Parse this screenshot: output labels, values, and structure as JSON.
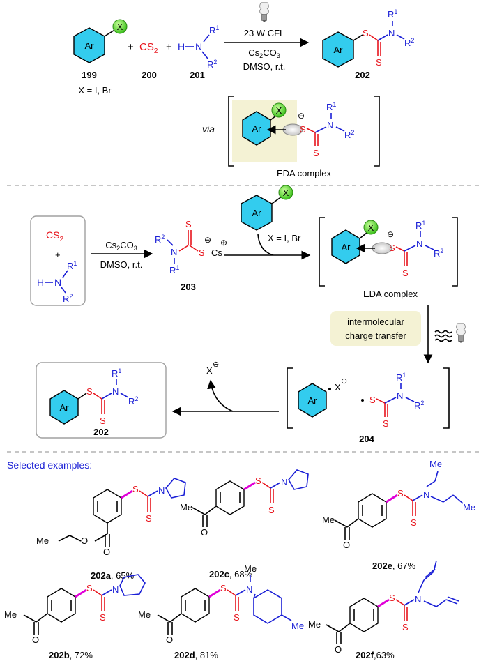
{
  "reaction": {
    "reagent_cs2": "CS2",
    "amine_h": "H",
    "amine_n": "N",
    "r1": "R1",
    "r2": "R2",
    "ar": "Ar",
    "x": "X",
    "s": "S",
    "n": "N",
    "cond_light": "23 W CFL",
    "cond_base": "Cs2CO3",
    "cond_solvent": "DMSO, r.t.",
    "plus": "+",
    "labels": {
      "c199": "199",
      "c200": "200",
      "c201": "201",
      "c202": "202"
    },
    "x_def": "X = I, Br",
    "via": "via",
    "eda": "EDA complex"
  },
  "mechanism": {
    "cond_base": "Cs2CO3",
    "cond_solvent": "DMSO, r.t.",
    "c203": "203",
    "cs": "Cs",
    "x_def": "X = I, Br",
    "eda": "EDA complex",
    "ict_line1": "intermolecular",
    "ict_line2": "charge transfer",
    "c204": "204",
    "c202": "202",
    "xminus": "X"
  },
  "examples": {
    "header": "Selected examples:",
    "items": [
      {
        "label": "202a",
        "yield": ", 65%"
      },
      {
        "label": "202c",
        "yield": ", 68%"
      },
      {
        "label": "202e",
        "yield": ", 67%"
      },
      {
        "label": "202b",
        "yield": ", 72%"
      },
      {
        "label": "202d",
        "yield": ", 81%"
      },
      {
        "label": "202f",
        "yield": ",63%"
      }
    ],
    "me": "Me",
    "et_chain_label": "Me",
    "o": "O",
    "s": "S",
    "n": "N"
  },
  "colors": {
    "ar_ring": "#33ccee",
    "x_ball": "#66dd44",
    "eda_box": "#f4f2d4",
    "s_red": "#e8141c",
    "n_blue": "#1a1fd6",
    "bond_magenta": "#e000d8"
  }
}
